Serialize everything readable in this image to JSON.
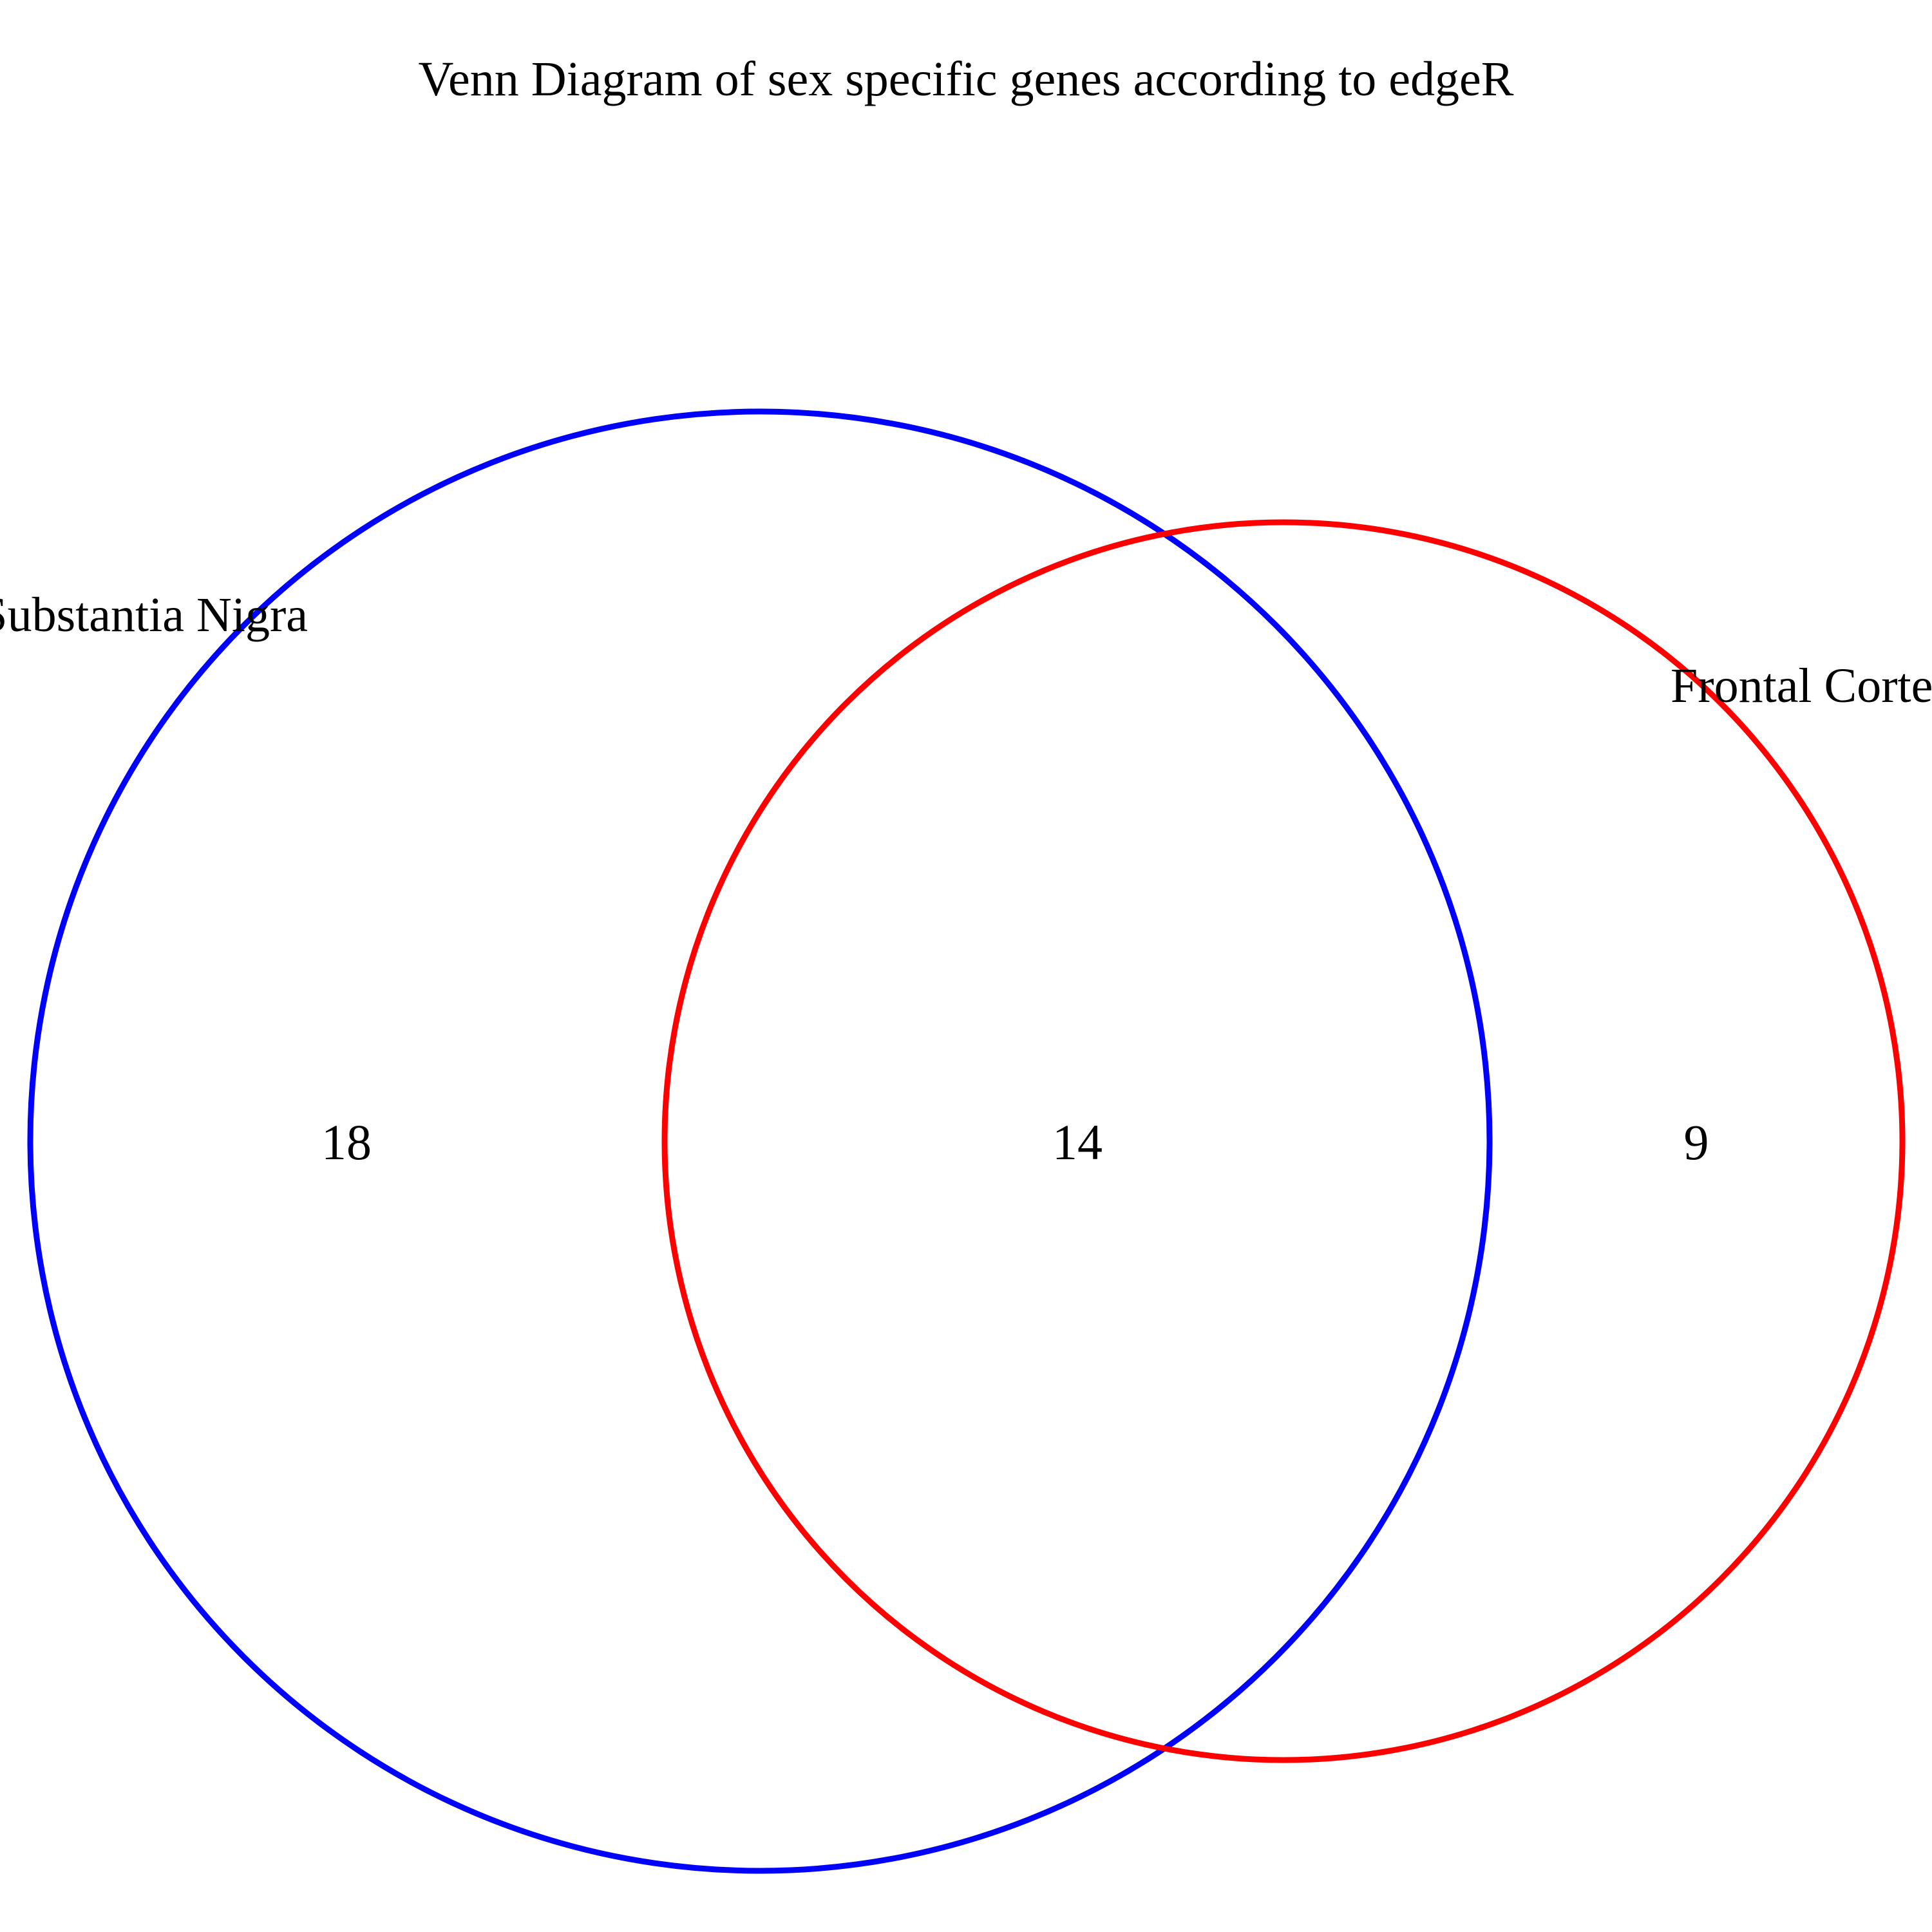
{
  "title": "Venn Diagram of sex specific genes according to edgeR",
  "sets": [
    {
      "label": "Substantia Nigra",
      "color": "#0000ff",
      "only_count": "18"
    },
    {
      "label": "Frontal Cortex",
      "color": "#ff0000",
      "only_count": "9"
    }
  ],
  "intersection": {
    "count": "14"
  }
}
